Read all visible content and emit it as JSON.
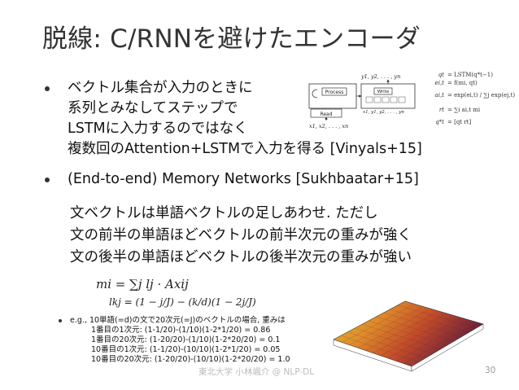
{
  "slide": {
    "title": "脱線: C/RNNを避けたエンコーダ",
    "bullet1_lines": [
      "ベクトル集合が入力のときに",
      "系列とみなしてステップで",
      "LSTMに入力するのではなく",
      "複数回のAttention+LSTMで入力を得る [Vinyals+15]"
    ],
    "bullet2": "(End-to-end) Memory Networks [Sukhbaatar+15]",
    "paragraph_lines": [
      "文ベクトルは単語ベクトルの足しあわせ. ただし",
      "文の前半の単語ほどベクトルの前半次元の重みが強く",
      "文の後半の単語ほどベクトルの後半次元の重みが強い"
    ],
    "formula_m": "mi = ∑j lj · Axij",
    "formula_l": "lkj = (1 − j/J) − (k/d)(1 − 2j/J)",
    "example_lines": [
      "e.g., 10単語(=d)の文で20次元(=J)のベクトルの場合, 重みは",
      "1番目の1次元: (1-1/20)-(1/10)(1-2*1/20) = 0.86",
      "1番目の20次元: (1-20/20)-(1/10)(1-2*20/20) = 0.1",
      "10番目の1次元: (1-1/20)-(10/10)(1-2*1/20) = 0.05",
      "10番目の20次元: (1-20/20)-(10/10)(1-2*20/20) = 1.0"
    ],
    "footer": "東北大学 小林颯介 @ NLP-DL",
    "page_number": "30"
  },
  "figure": {
    "process_label": "Process",
    "write_label": "Write",
    "read_label": "Read",
    "top_seq": "y1, y2, . . . , yn",
    "mid_seq": "x1, y1, y2, . . . , yn",
    "bottom_seq": "x1, x2, . . . , xn"
  },
  "equations": [
    {
      "lhs": "qt",
      "rhs": "=   LSTM(q*t−1)"
    },
    {
      "lhs": "ei,t",
      "rhs": "=   f(mi, qt)"
    },
    {
      "lhs": "ai,t",
      "rhs": "=   exp(ei,t) / ∑j exp(ej,t)"
    },
    {
      "lhs": "rt",
      "rhs": "=   ∑i ai,t mi"
    },
    {
      "lhs": "q*t",
      "rhs": "=   [qt rt]"
    }
  ]
}
